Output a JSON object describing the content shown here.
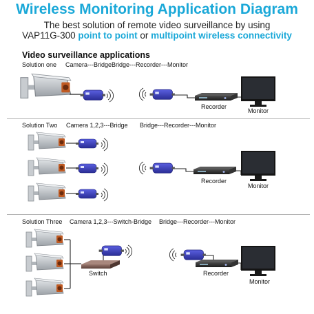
{
  "header": {
    "title": "Wireless Monitoring Application Diagram",
    "subtitle_line1": "The best solution of remote video surveillance by using",
    "subtitle_model": "VAP11G-300",
    "subtitle_highlight1": "point to point",
    "subtitle_connector": "or",
    "subtitle_highlight2": "multipoint wireless connectivity"
  },
  "section_title": "Video surveillance applications",
  "solutions": [
    {
      "name": "Solution one",
      "left_caption": "Camera---Bridge",
      "right_caption": "Bridge---Recorder---Monitor",
      "recorder_label": "Recorder",
      "monitor_label": "Monitor"
    },
    {
      "name": "Solution Two",
      "left_caption": "Camera 1,2,3---Bridge",
      "right_caption": "Bridge---Recorder---Monitor",
      "recorder_label": "Recorder",
      "monitor_label": "Monitor"
    },
    {
      "name": "Solution Three",
      "left_caption": "Camera 1,2,3---Switch-Bridge",
      "right_caption": "Bridge---Recorder---Monitor",
      "switch_label": "Switch",
      "recorder_label": "Recorder",
      "monitor_label": "Monitor"
    }
  ],
  "colors": {
    "accent": "#1aa8d8",
    "bridge": "#3b3fb8",
    "camera": "#b9bec4",
    "recorder": "#2b2b2b",
    "monitor": "#1a1a1a",
    "switch": "#7a5a52"
  },
  "icons": [
    "camera-icon",
    "bridge-icon",
    "wifi-signal-icon",
    "recorder-icon",
    "monitor-icon",
    "switch-icon"
  ]
}
